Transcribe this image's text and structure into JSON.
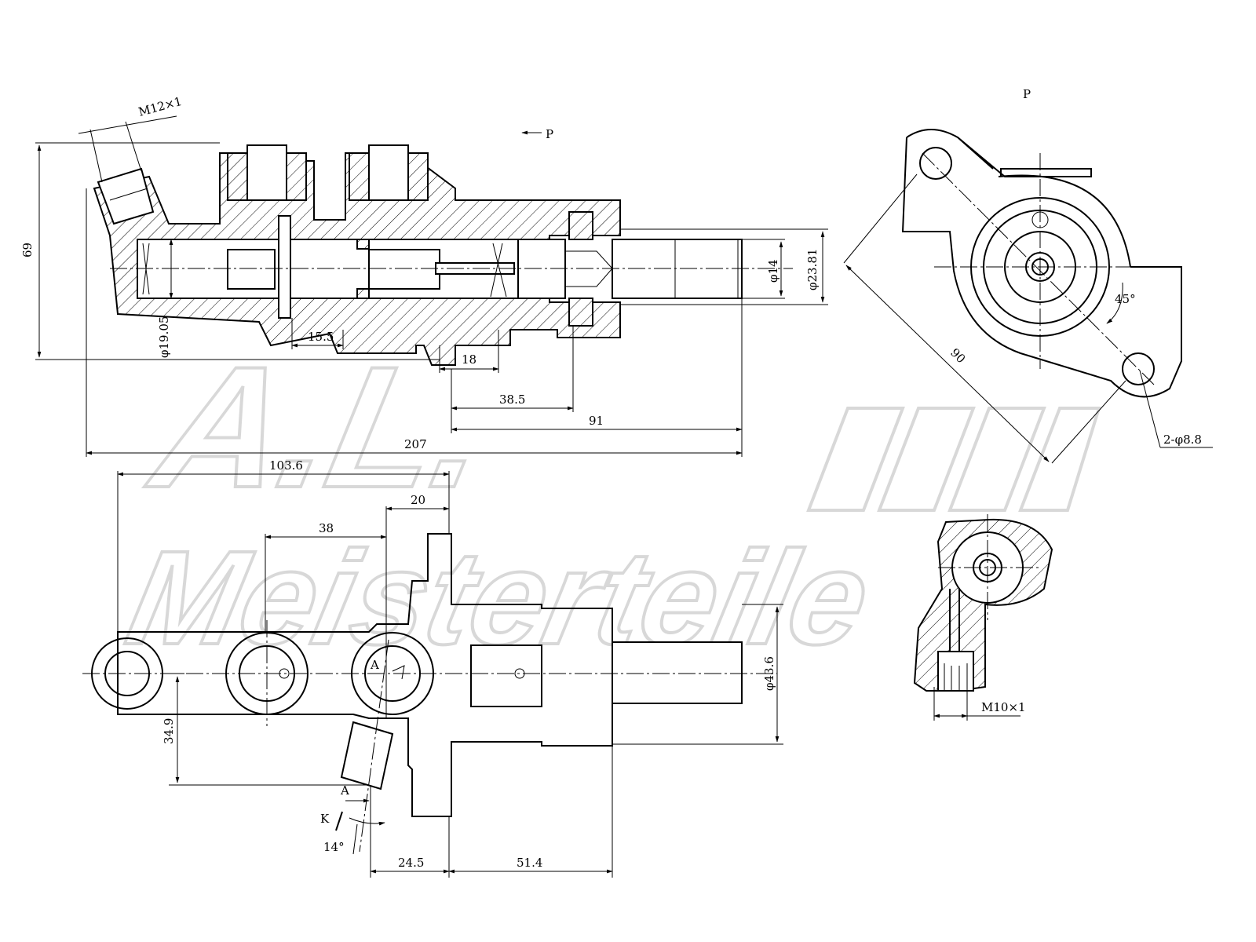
{
  "dimensions": {
    "thread_inlet": "M12×1",
    "view_arrow": "P",
    "height_69": "69",
    "bore": "φ19.05",
    "d_15_5": "15.5",
    "d_18": "18",
    "d_38_5": "38.5",
    "d_91": "91",
    "d_207": "207",
    "phi_14": "φ14",
    "phi_23_81": "φ23.81",
    "view_p_title": "P",
    "angle_45": "45°",
    "d_90": "90",
    "holes": "2-φ8.8",
    "d_103_6": "103.6",
    "d_20": "20",
    "d_38": "38",
    "d_34_9": "34.9",
    "phi_43_6": "φ43.6",
    "label_a": "A",
    "label_a2": "A",
    "label_k": "K",
    "angle_14": "14°",
    "d_24_5": "24.5",
    "d_51_4": "51.4",
    "thread_outlet": "M10×1"
  },
  "watermark": {
    "initials": "A.L.",
    "brand": "Meisterteile"
  }
}
